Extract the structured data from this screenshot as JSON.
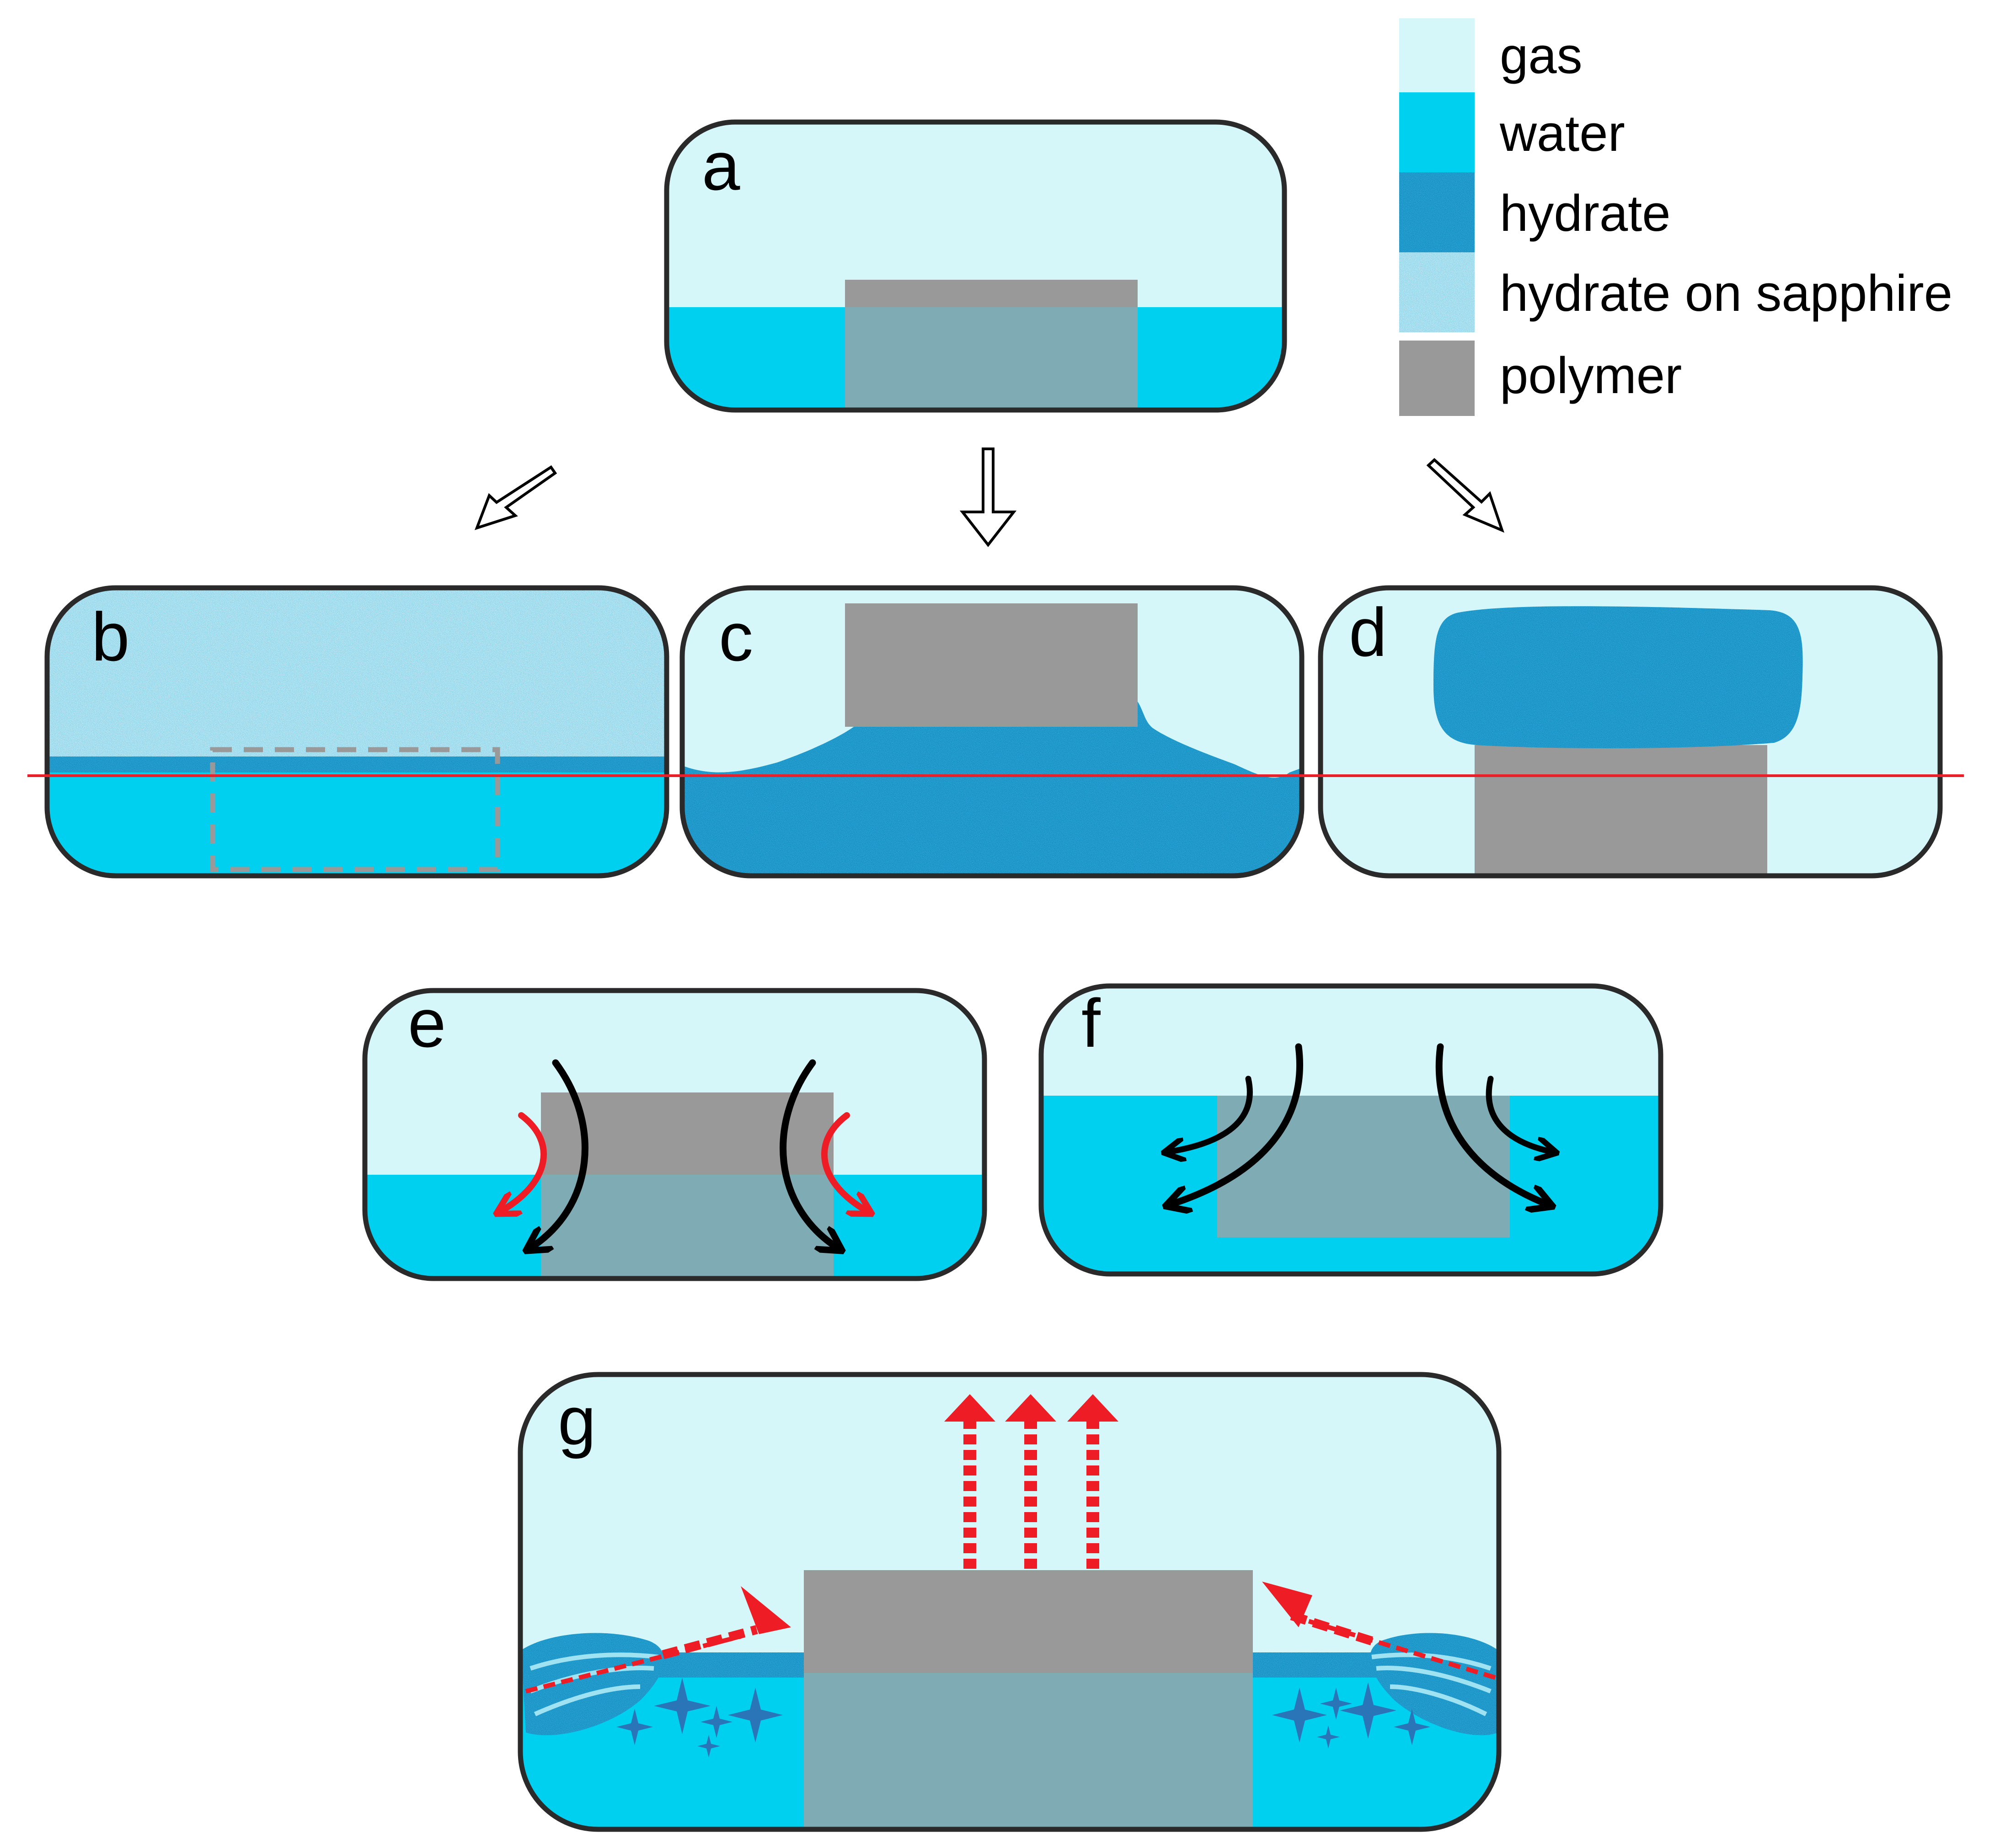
{
  "legend": {
    "items": [
      {
        "key": "gas",
        "label": "gas",
        "color": "#d6f7fa"
      },
      {
        "key": "water",
        "label": "water",
        "color": "#00d0f0"
      },
      {
        "key": "hydrate",
        "label": "hydrate",
        "color": "#1591c4"
      },
      {
        "key": "hydrate_on_sapphire",
        "label": "hydrate on sapphire",
        "color": "#96d9ec"
      },
      {
        "key": "polymer",
        "label": "polymer",
        "color": "#999999"
      }
    ]
  },
  "panels": {
    "a": {
      "letter": "a"
    },
    "b": {
      "letter": "b"
    },
    "c": {
      "letter": "c"
    },
    "d": {
      "letter": "d"
    },
    "e": {
      "letter": "e"
    },
    "f": {
      "letter": "f"
    },
    "g": {
      "letter": "g"
    }
  },
  "colors": {
    "gas": "#d6f7fa",
    "water": "#00d0f0",
    "hydrate": "#1591c4",
    "hydrate_on_sapphire": "#96d9ec",
    "polymer": "#999999",
    "polymer_in_water": "#7fabb4",
    "border": "#2a2a2a",
    "reference_line": "#e8202a",
    "flow_arrow_red": "#ee1c25",
    "flow_arrow_black": "#000000"
  }
}
